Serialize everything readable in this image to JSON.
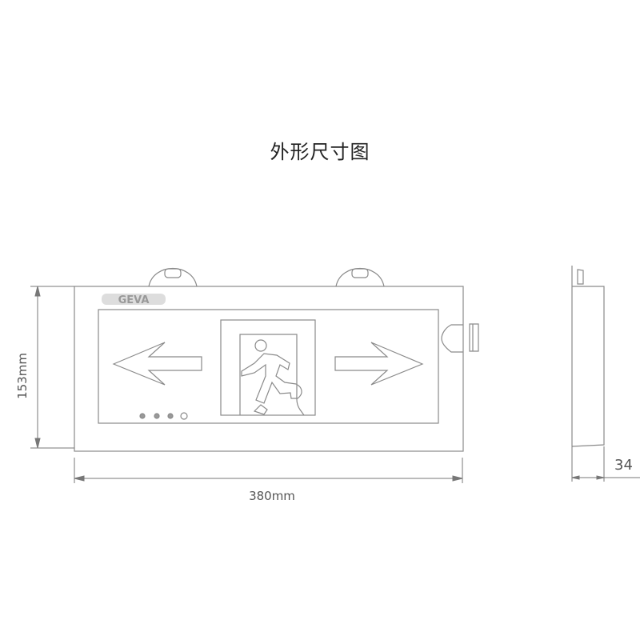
{
  "title": "外形尺寸图",
  "logo_text": "GEVA",
  "dimensions": {
    "height_label": "153mm",
    "width_label": "380mm",
    "depth_label": "34"
  },
  "colors": {
    "line": "#8a8a8a",
    "text": "#555555"
  }
}
